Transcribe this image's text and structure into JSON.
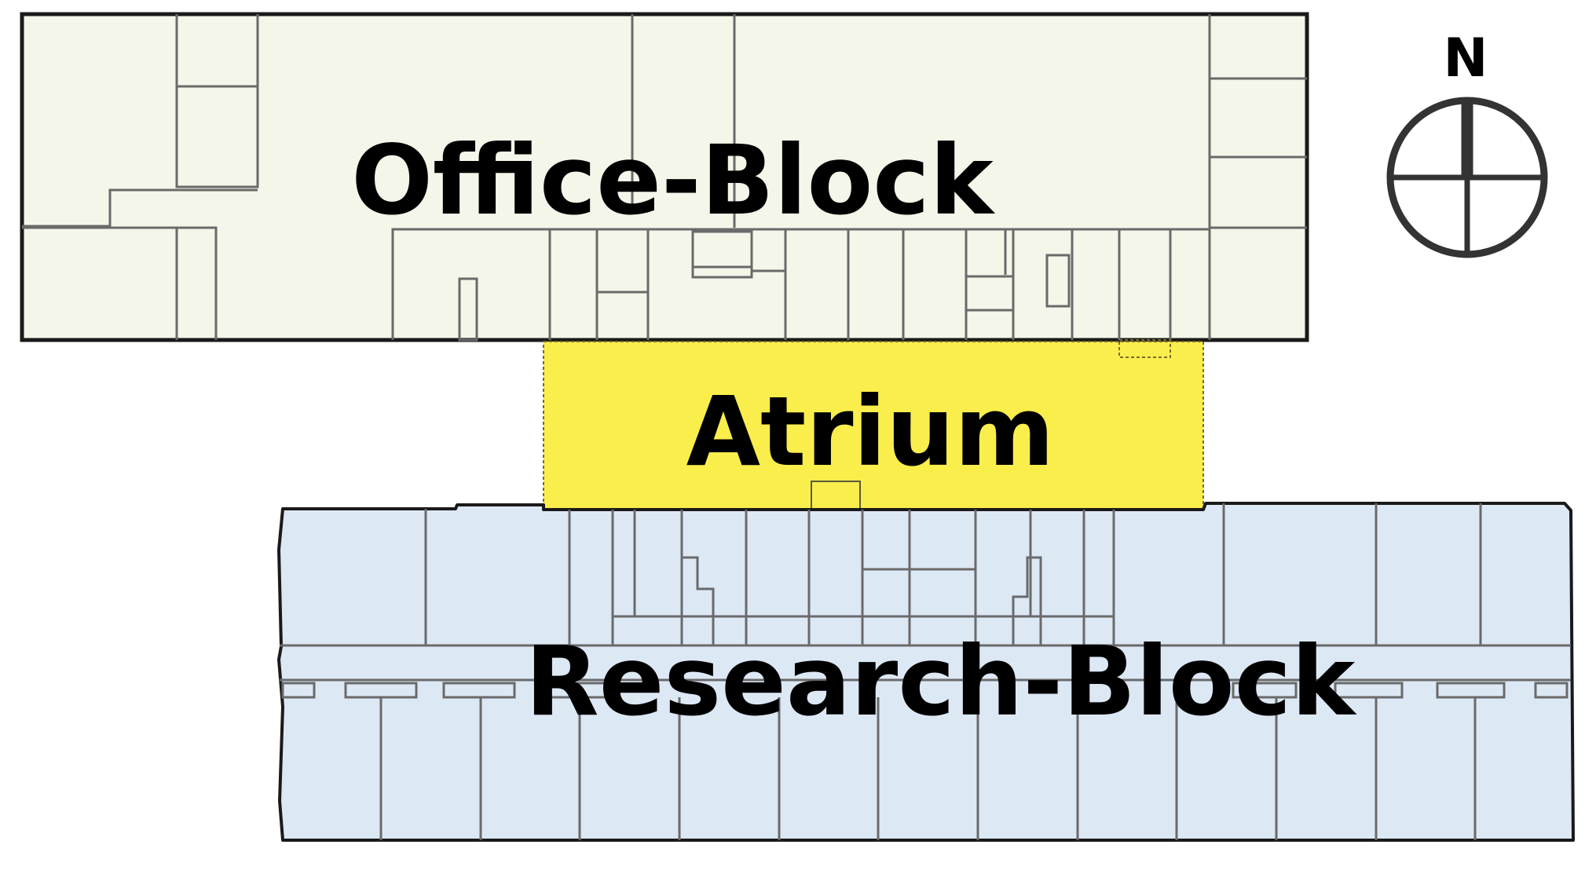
{
  "blocks": {
    "office": {
      "label": "Office-Block",
      "fill": "#f4f6ea"
    },
    "atrium": {
      "label": "Atrium",
      "fill": "#faee4c"
    },
    "research": {
      "label": "Research-Block",
      "fill": "#dde8f5"
    }
  },
  "compass": {
    "label": "N"
  },
  "colors": {
    "outline": "#1a1a1a",
    "walls": "#6a6a6a",
    "text": "#000000"
  }
}
